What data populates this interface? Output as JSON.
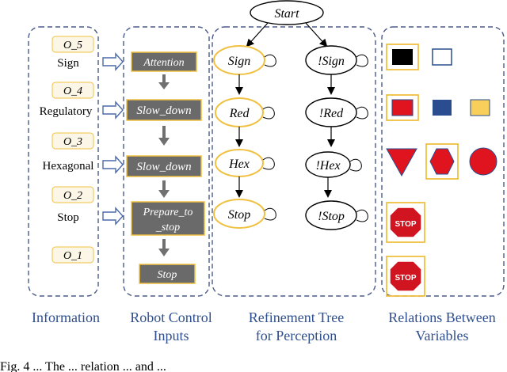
{
  "columns": {
    "information": {
      "title_line1": "Information"
    },
    "robot_control": {
      "title_line1": "Robot Control",
      "title_line2": "Inputs"
    },
    "refinement": {
      "title_line1": "Refinement Tree",
      "title_line2": "for Perception"
    },
    "relations": {
      "title_line1": "Relations Between",
      "title_line2": "Variables"
    }
  },
  "information": {
    "tags": [
      "O_5",
      "O_4",
      "O_3",
      "O_2",
      "O_1"
    ],
    "labels": [
      "Sign",
      "Regulatory",
      "Hexagonal",
      "Stop"
    ]
  },
  "controls": {
    "items": [
      "Attention",
      "Slow_down",
      "Slow_down",
      "Prepare_to_stop",
      "Stop"
    ],
    "prepare_line1": "Prepare_to",
    "prepare_line2": "_stop"
  },
  "tree": {
    "start": "Start",
    "left": [
      "Sign",
      "Red",
      "Hex",
      "Stop"
    ],
    "right": [
      "!Sign",
      "!Red",
      "!Hex",
      "!Stop"
    ]
  },
  "signs": {
    "stop_text": "STOP"
  },
  "caption": {
    "text": "Fig. 4 ... The ... relation ... and ..."
  },
  "colors": {
    "dashed_border": "#4a5a8a",
    "accent_yellow": "#f0c040",
    "control_box": "#6a6a6a",
    "arrow_gray": "#707070",
    "hollow_arrow": "#4a6aa8",
    "title_blue": "#2f4f8f",
    "red": "#e0141e",
    "blue": "#2a4d8f",
    "yellow": "#f7cf5a"
  }
}
